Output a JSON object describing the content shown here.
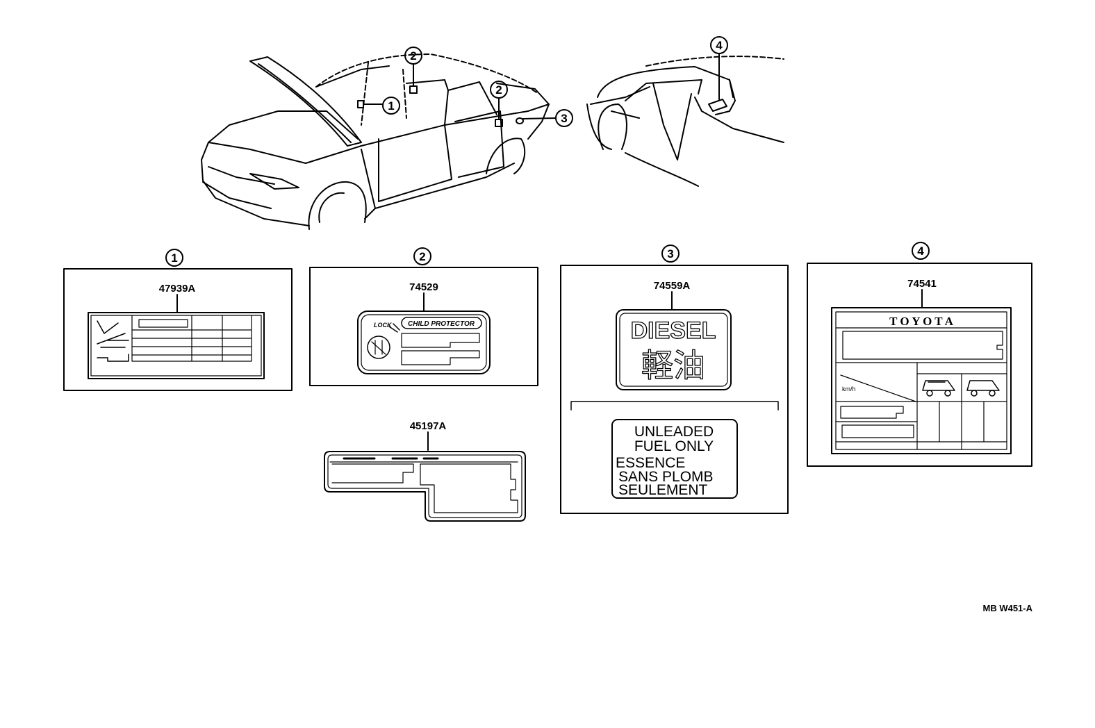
{
  "callouts": [
    "1",
    "2",
    "3",
    "4"
  ],
  "labels": {
    "label1": {
      "part_number": "47939A"
    },
    "label2": {
      "part_number": "74529",
      "lock_text": "LOCK",
      "child_text": "CHILD PROTECTOR"
    },
    "label2b": {
      "part_number": "45197A"
    },
    "label3": {
      "part_number": "74559A",
      "diesel_text": "DIESEL",
      "kanji_text": "軽油",
      "unleaded_lines": [
        "UNLEADED",
        "FUEL ONLY",
        "ESSENCE",
        "SANS PLOMB",
        "SEULEMENT"
      ]
    },
    "label4": {
      "part_number": "74541",
      "brand_text": "T O Y O T A",
      "speed_text": "km/h"
    }
  },
  "diagram_code": "MB W451-A"
}
